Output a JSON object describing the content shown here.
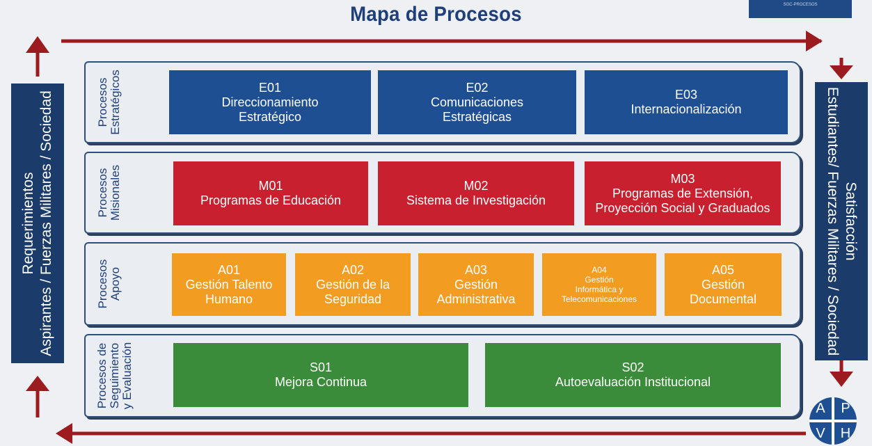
{
  "title": "Mapa de Procesos",
  "logo_text": "SGC-PROCESOS",
  "left_side": {
    "line1": "Requerimientos",
    "line2": "Aspirantes / Fuerzas Militares / Sociedad"
  },
  "right_side": {
    "line1": "Satisfacción",
    "line2": "Estudiantes/ Fuerzas Militares / Sociedad"
  },
  "rows": {
    "strategic": {
      "label": [
        "Procesos",
        "Estratégicos"
      ],
      "items": [
        {
          "code": "E01",
          "lines": [
            "Direccionamiento",
            "Estratégico"
          ]
        },
        {
          "code": "E02",
          "lines": [
            "Comunicaciones",
            "Estratégicas"
          ]
        },
        {
          "code": "E03",
          "lines": [
            "Internacionalización"
          ]
        }
      ]
    },
    "missional": {
      "label": [
        "Procesos",
        "Misionales"
      ],
      "items": [
        {
          "code": "M01",
          "lines": [
            "Programas de Educación"
          ]
        },
        {
          "code": "M02",
          "lines": [
            "Sistema de Investigación"
          ]
        },
        {
          "code": "M03",
          "lines": [
            "Programas de Extensión,",
            "Proyección Social y Graduados"
          ]
        }
      ]
    },
    "support": {
      "label": [
        "Procesos",
        "Apoyo"
      ],
      "items": [
        {
          "code": "A01",
          "lines": [
            "Gestión Talento",
            "Humano"
          ]
        },
        {
          "code": "A02",
          "lines": [
            "Gestión de la",
            "Seguridad"
          ]
        },
        {
          "code": "A03",
          "lines": [
            "Gestión",
            "Administrativa"
          ]
        },
        {
          "code": "A04",
          "lines": [
            "Gestión",
            "Informática y",
            "Telecomunicaciones"
          ]
        },
        {
          "code": "A05",
          "lines": [
            "Gestión",
            "Documental"
          ]
        }
      ]
    },
    "monitoring": {
      "label": [
        "Procesos de",
        "Seguimiento",
        "y Evaluación"
      ],
      "items": [
        {
          "code": "S01",
          "lines": [
            "Mejora Continua"
          ]
        },
        {
          "code": "S02",
          "lines": [
            "Autoevaluación Institucional"
          ]
        }
      ]
    }
  },
  "cycle": {
    "a": "A",
    "p": "P",
    "v": "V",
    "h": "H"
  },
  "colors": {
    "navy": "#1b3c6b",
    "blue": "#1e4f93",
    "red": "#c8202f",
    "orange": "#f29c22",
    "green": "#3a8b3a",
    "arrow": "#9b1b1f"
  }
}
